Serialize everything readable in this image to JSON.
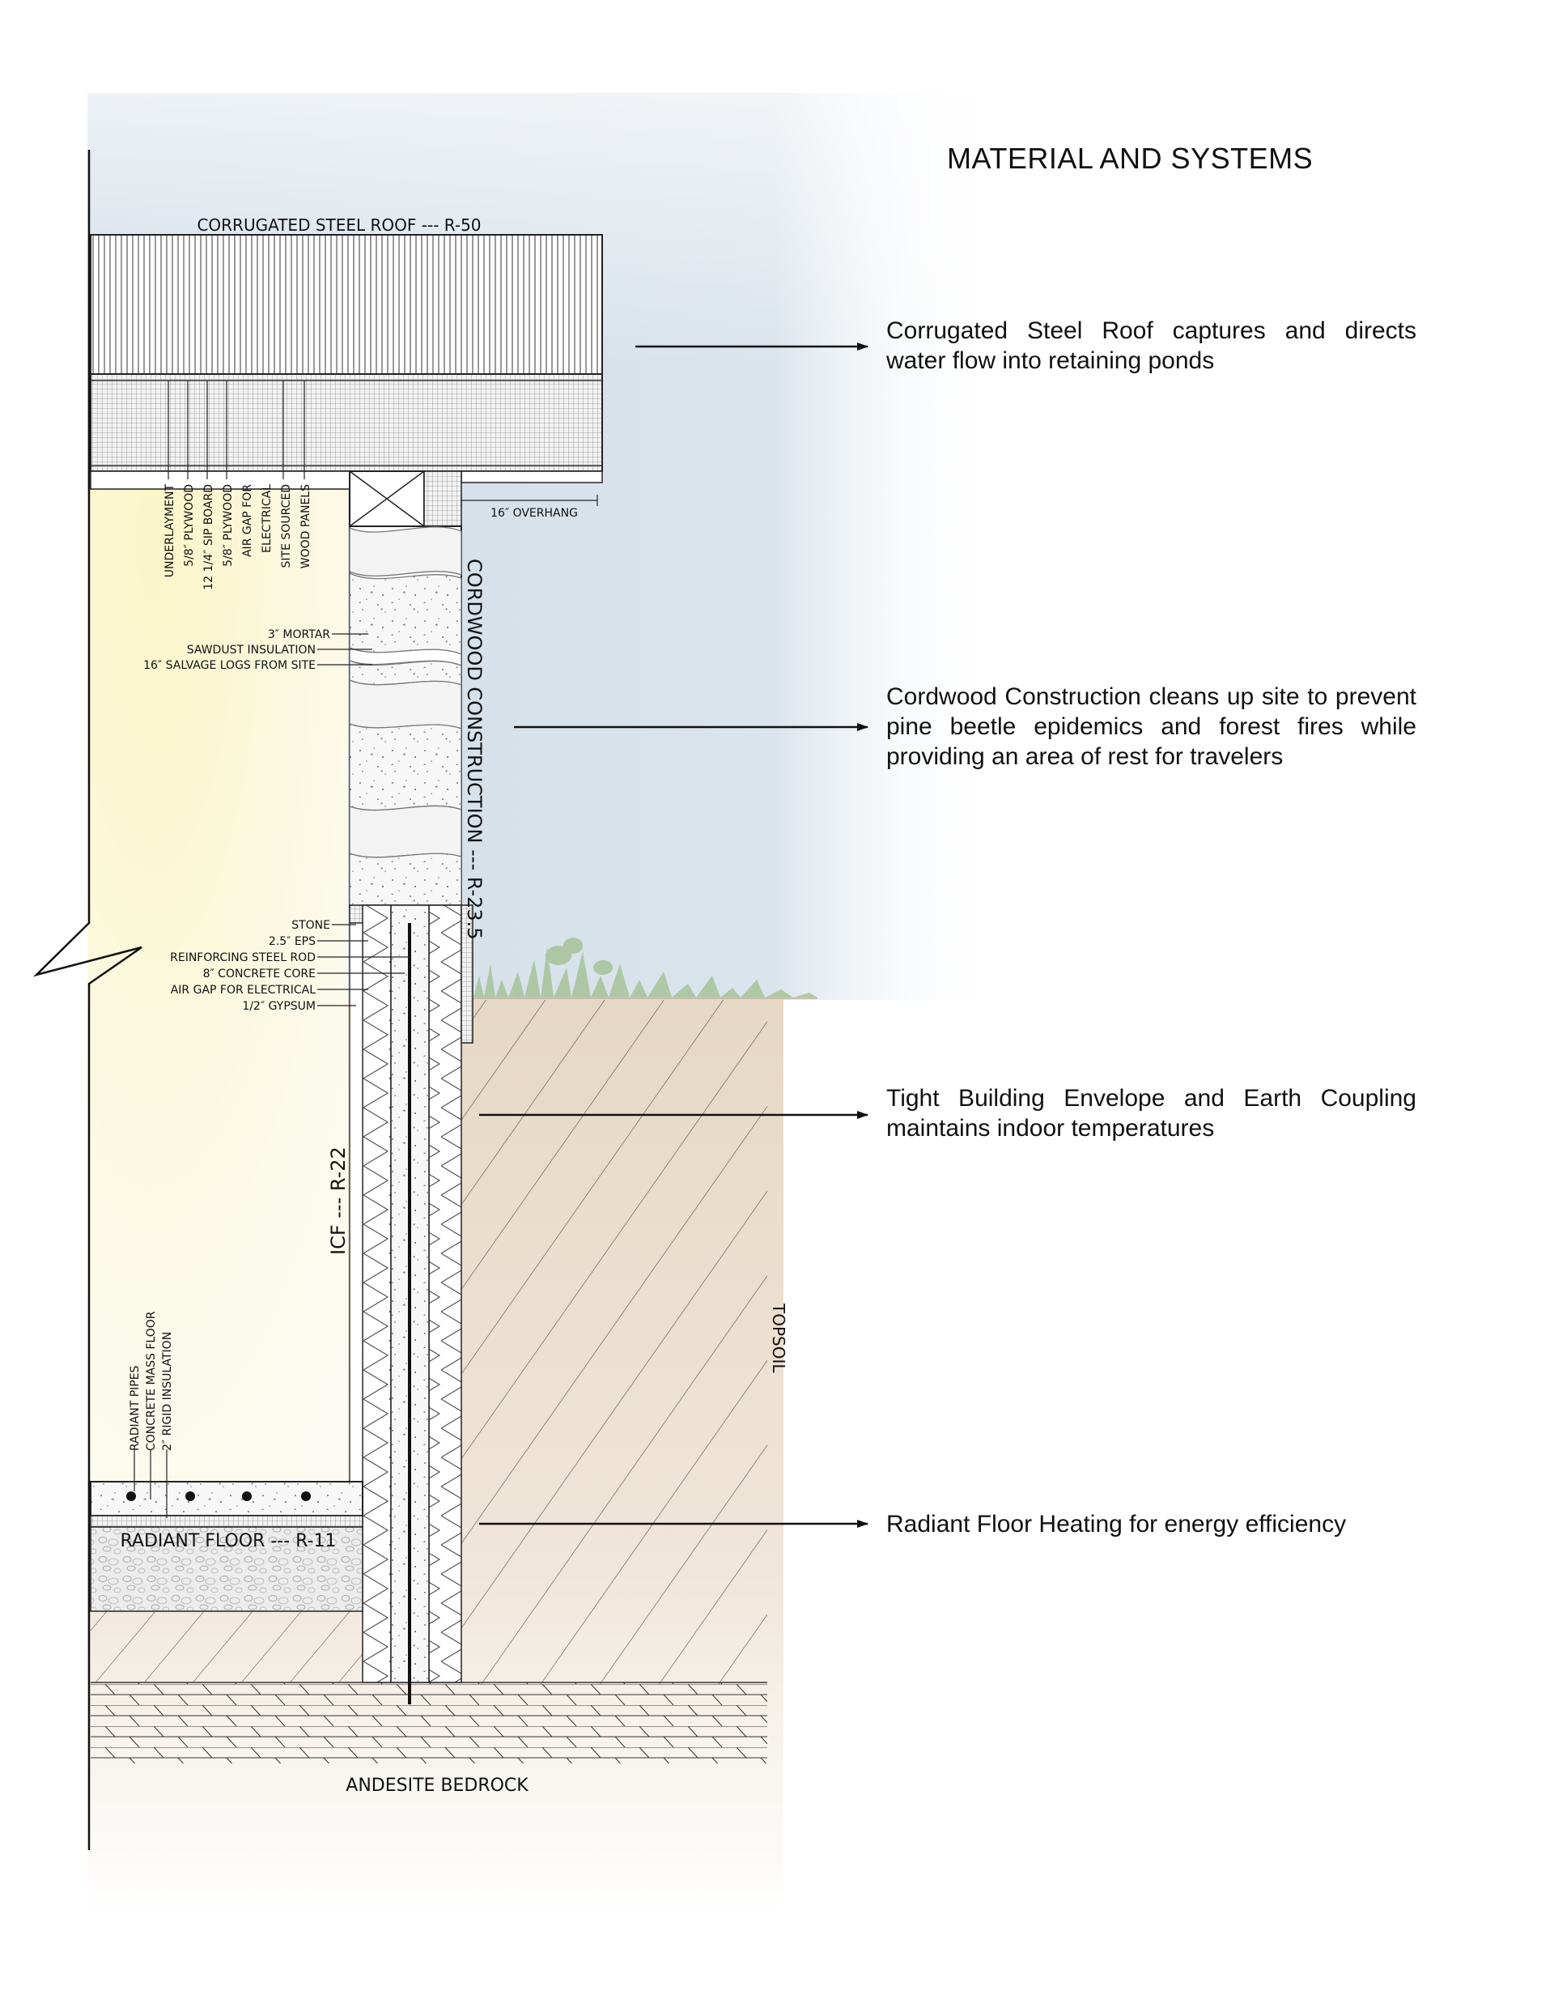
{
  "title": "MATERIAL AND SYSTEMS",
  "section_labels": {
    "roof": "CORRUGATED STEEL ROOF --- R-50",
    "overhang": "16″ OVERHANG",
    "cordwood": "CORDWOOD CONSTRUCTION --- R-23.5",
    "icf": "ICF --- R-22",
    "radiant_floor": "RADIANT FLOOR --- R-11",
    "topsoil": "TOPSOIL",
    "bedrock": "ANDESITE BEDROCK"
  },
  "roof_layers": [
    "UNDERLAYMENT",
    "5/8″ PLYWOOD",
    "12 1/4″ SIP BOARD",
    "5/8″ PLYWOOD",
    "AIR GAP FOR",
    "ELECTRICAL",
    "SITE SOURCED",
    "WOOD PANELS"
  ],
  "cordwood_layers": [
    "3″ MORTAR",
    "SAWDUST INSULATION",
    "16″ SALVAGE LOGS FROM SITE"
  ],
  "icf_layers": [
    "STONE",
    "2.5″ EPS",
    "REINFORCING STEEL ROD",
    "8″ CONCRETE CORE",
    "AIR GAP FOR ELECTRICAL",
    "1/2″ GYPSUM"
  ],
  "floor_layers": [
    "RADIANT PIPES",
    "CONCRETE MASS FLOOR",
    "2″ RIGID INSULATION"
  ],
  "notes": [
    {
      "text": "Corrugated Steel Roof captures and directs water flow into retaining ponds"
    },
    {
      "text": "Cordwood Construction cleans up site to prevent pine beetle epidemics and forest fires while providing an area of rest for travelers"
    },
    {
      "text": "Tight Building Envelope and Earth Coupling maintains indoor temperatures"
    },
    {
      "text": "Radiant Floor Heating for energy efficiency"
    }
  ]
}
